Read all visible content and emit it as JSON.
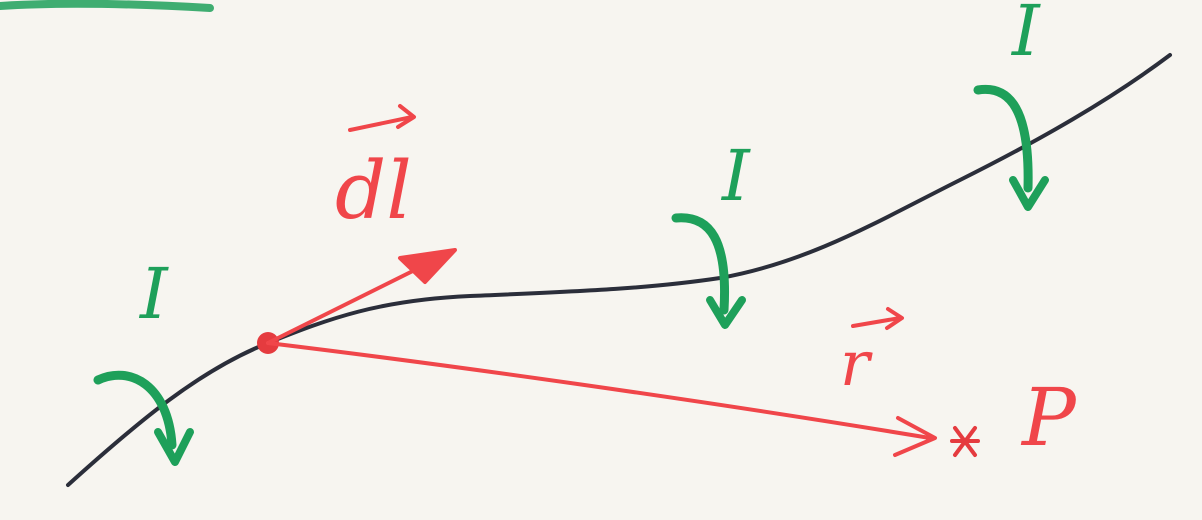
{
  "diagram": {
    "colors": {
      "wire": "#2b2e3a",
      "red": "#f0464a",
      "green": "#1ea05a",
      "background": "#f7f5f0"
    },
    "labels": {
      "dl_vector": "dl",
      "r_vector": "r",
      "point": "P",
      "current_1": "I",
      "current_2": "I",
      "current_3": "I",
      "current_4": "I"
    }
  }
}
